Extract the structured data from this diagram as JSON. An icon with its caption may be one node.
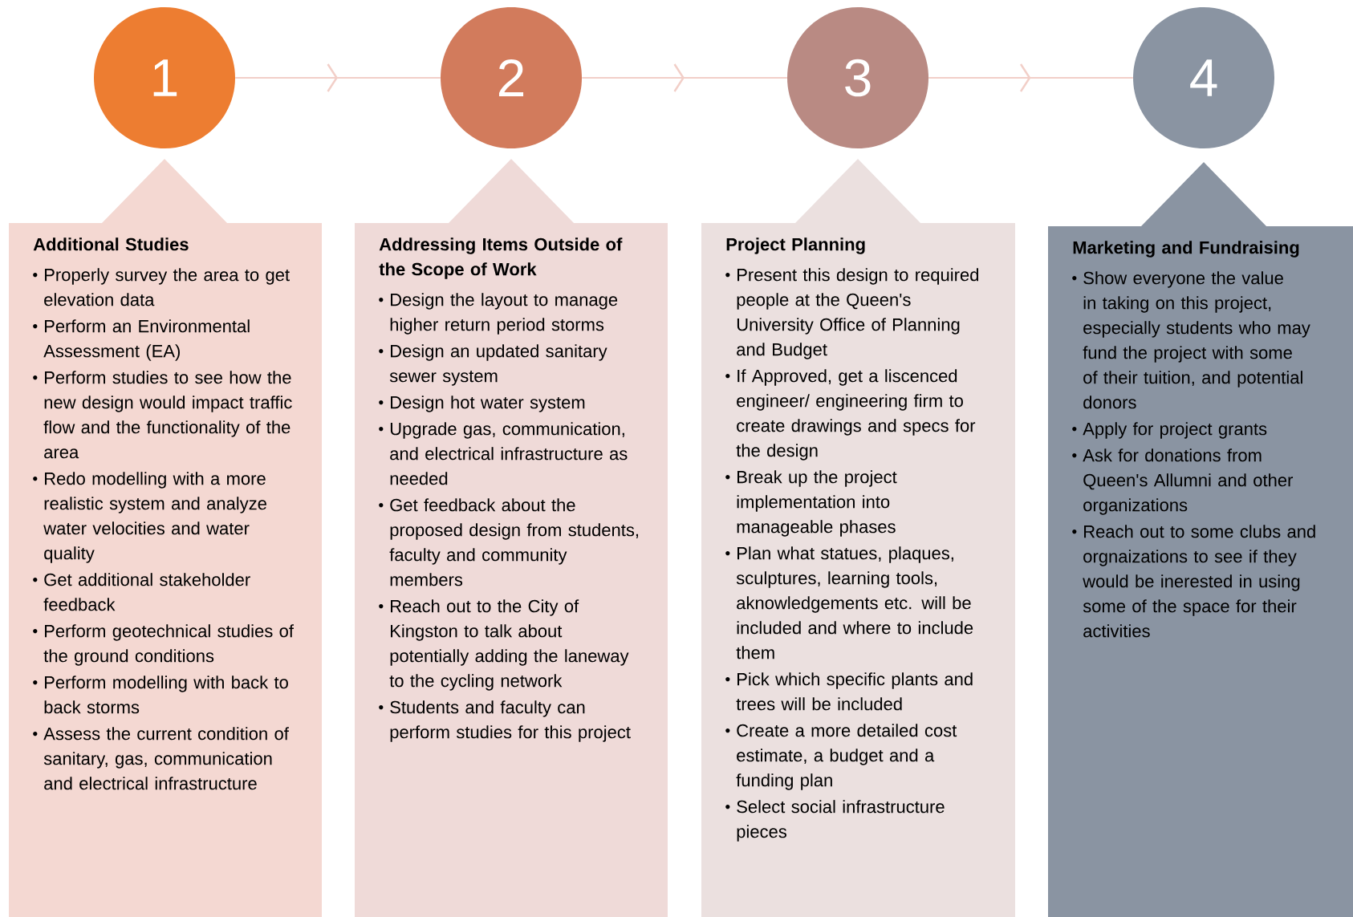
{
  "diagram": {
    "nodes": [
      {
        "text": [
          "1"
        ]
      },
      {
        "text": [
          "2"
        ]
      },
      {
        "text": [
          "3"
        ]
      },
      {
        "text": [
          "4"
        ]
      },
      {
        "text": [
          "Additional Studies",
          "Properly survey the area to get elevation data",
          "Perform an Environmental Assessment (EA)",
          "Perform studies to see how the new design would impact traffic flow and the functionality of the area",
          "Redo modelling with a more realistic system and analyze water velocities and water quality",
          "Get additional stakeholder feedback",
          "Perform geotechnical studies of the ground conditions",
          "Perform modelling with back to back storms",
          "Assess the current condition of sanitary, gas, communication and electrical infrastructure"
        ]
      },
      {
        "text": [
          "Addressing Items Outside of the Scope of Work",
          "Design the layout to manage higher return period storms",
          "Design an updated sanitary sewer system",
          "Design hot water system",
          "Upgrade gas, communication, and electrical infrastructure as needed",
          "Get feedback about the proposed design from students, faculty and community members",
          "Reach out to the City of Kingston to talk about potentially adding the laneway to the cycling network",
          "Students and faculty can perform studies for this project"
        ]
      },
      {
        "text": [
          "Project Planning",
          "Present this design to required people at the Queen's University Office of Planning and Budget",
          "If Approved, get a liscenced engineer/ engineering firm to create drawings and specs for the design",
          "Break up the project implementation into manageable phases",
          "Plan what statues, plaques, sculptures, learning tools, aknowledgements etc. will be included and where to include them",
          "Pick which specific plants and trees will be included",
          "Create a more detailed cost estimate, a budget and a funding plan",
          "Select social infrastructure pieces"
        ]
      },
      {
        "text": [
          "Marketing and Fundraising",
          "Show everyone the value in taking on this project, especially students who may fund the project with some of their tuition, and potential donors",
          "Apply for project grants",
          "Ask for donations from Queen's Allumni and other organizations",
          "Reach out to some clubs and orgnaizations to see if they would be inerested in using some of the space for their activities"
        ]
      }
    ],
    "edges": [
      {
        "from": 0,
        "to": 1,
        "arrow": "to"
      },
      {
        "from": 1,
        "to": 2,
        "arrow": "to"
      },
      {
        "from": 2,
        "to": 3,
        "arrow": "to"
      }
    ]
  }
}
